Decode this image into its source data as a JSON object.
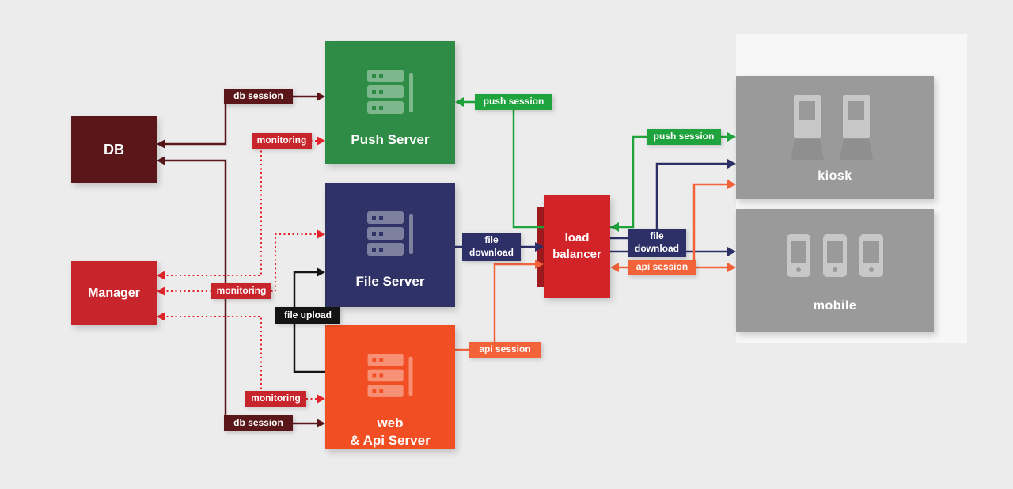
{
  "nodes": {
    "db": {
      "label": "DB"
    },
    "manager": {
      "label": "Manager"
    },
    "push_server": {
      "label": "Push Server"
    },
    "file_server": {
      "label": "File Server"
    },
    "web_api_server": {
      "label_line1": "web",
      "label_line2": "& Api Server"
    },
    "load_balancer": {
      "label_line1": "load",
      "label_line2": "balancer"
    },
    "kiosk": {
      "label": "kiosk"
    },
    "mobile": {
      "label": "mobile"
    }
  },
  "edge_labels": {
    "db_session_top": "db session",
    "db_session_bottom": "db session",
    "monitoring_push": "monitoring",
    "monitoring_file": "monitoring",
    "monitoring_web": "monitoring",
    "file_upload": "file upload",
    "push_session_left": "push session",
    "push_session_right": "push session",
    "file_download_left_line1": "file",
    "file_download_left_line2": "download",
    "file_download_right_line1": "file",
    "file_download_right_line2": "download",
    "api_session_left": "api session",
    "api_session_right": "api session"
  },
  "edges": [
    {
      "from": "push-server",
      "to": "db",
      "label": "db session",
      "style": "solid-dark-maroon"
    },
    {
      "from": "web-api-server",
      "to": "db",
      "label": "db session",
      "style": "solid-dark-maroon"
    },
    {
      "from": "push-server",
      "to": "manager",
      "label": "monitoring",
      "style": "dotted-red"
    },
    {
      "from": "file-server",
      "to": "manager",
      "label": "monitoring",
      "style": "dotted-red"
    },
    {
      "from": "web-api-server",
      "to": "manager",
      "label": "monitoring",
      "style": "dotted-red"
    },
    {
      "from": "web-api-server",
      "to": "file-server",
      "label": "file upload",
      "style": "solid-black"
    },
    {
      "from": "load-balancer",
      "to": "push-server",
      "label": "push session",
      "style": "solid-green"
    },
    {
      "from": "kiosk",
      "to": "load-balancer",
      "label": "push session",
      "style": "solid-green"
    },
    {
      "from": "file-server",
      "to": "load-balancer",
      "label": "file download",
      "style": "solid-navy"
    },
    {
      "from": "load-balancer",
      "to": "kiosk",
      "label": "file download",
      "style": "solid-navy"
    },
    {
      "from": "load-balancer",
      "to": "mobile",
      "label": "file download",
      "style": "solid-navy"
    },
    {
      "from": "web-api-server",
      "to": "load-balancer",
      "label": "api session",
      "style": "solid-orange"
    },
    {
      "from": "load-balancer",
      "to": "kiosk",
      "label": "api session",
      "style": "solid-orange"
    },
    {
      "from": "mobile",
      "to": "load-balancer",
      "label": "api session",
      "style": "solid-orange"
    }
  ],
  "colors": {
    "background": "#ececec",
    "client_zone_panel": "#f7f7f7",
    "db_maroon": "#5a1618",
    "manager_red": "#c8242b",
    "monitoring_dotted_red": "#e3252b",
    "push_server_green": "#2e8c46",
    "push_session_green": "#1fa33c",
    "file_server_navy": "#2f3266",
    "file_download_navy": "#2c3066",
    "web_api_orange": "#f14e23",
    "api_session_orange": "#f2633a",
    "load_balancer_red": "#d22328",
    "load_balancer_dark_strip": "#9f1a1f",
    "file_upload_black": "#141414",
    "device_panel_gray": "#9a9a9a"
  }
}
